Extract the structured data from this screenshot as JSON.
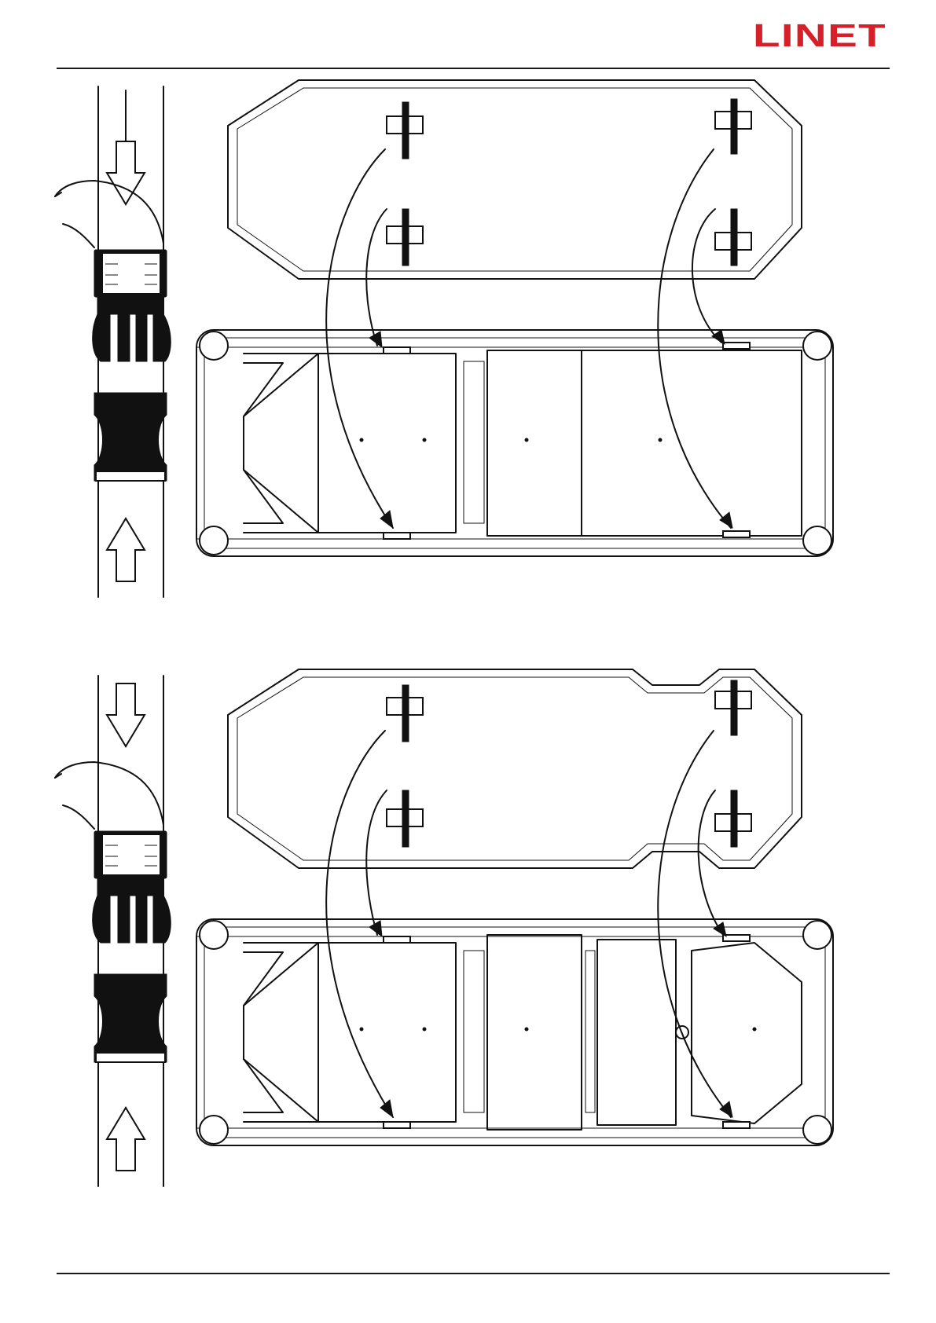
{
  "header": {
    "brand": "LINET",
    "brand_color": "#d71f2a"
  },
  "figures": [
    {
      "name": "mattress-attachment-two-section",
      "icons": [
        "buckle-strap-icon",
        "mattress-icon",
        "bed-frame-icon",
        "arrow-icon"
      ]
    },
    {
      "name": "mattress-attachment-four-section",
      "icons": [
        "buckle-strap-icon",
        "mattress-icon",
        "bed-frame-icon",
        "arrow-icon"
      ]
    }
  ]
}
